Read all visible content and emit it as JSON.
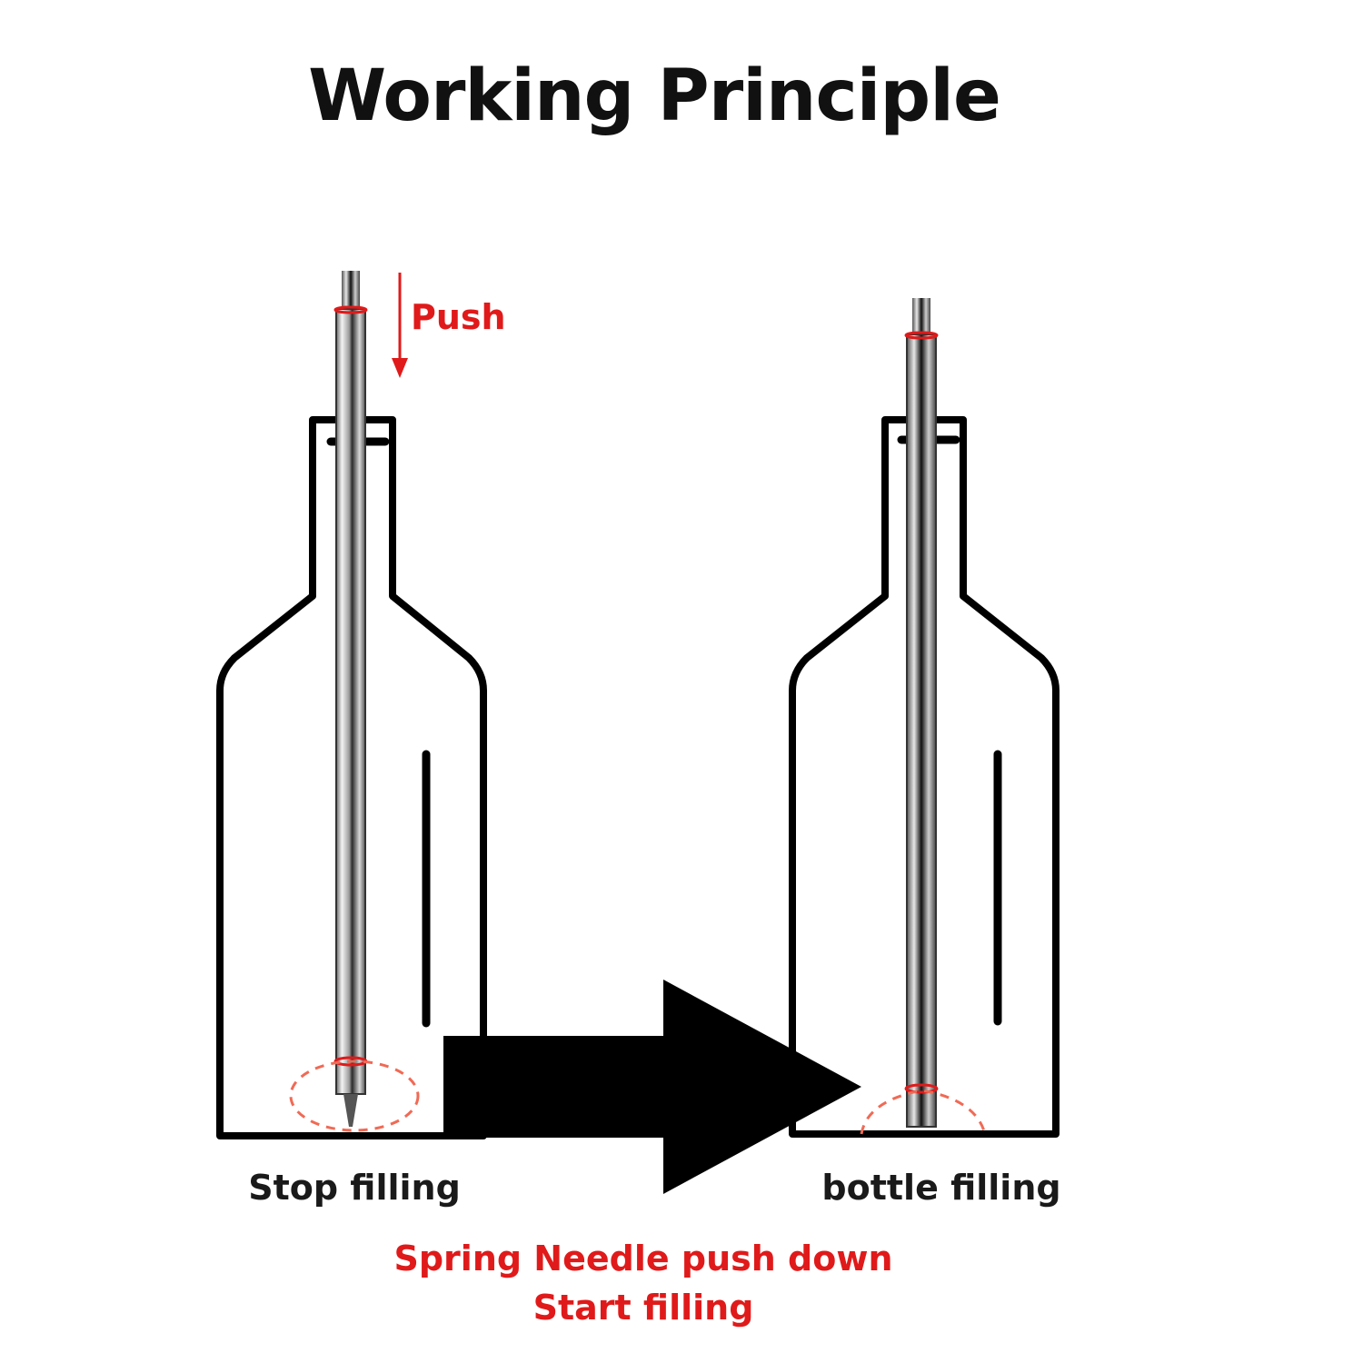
{
  "title": "Working Principle",
  "push_label": "Push",
  "left_caption": "Stop filling",
  "right_caption": "bottle filling",
  "bottom_line1": "Spring Needle push down",
  "bottom_line2": "Start filling",
  "colors": {
    "accent_red": "#e01a1a",
    "outline_black": "#000000",
    "dashed_highlight": "#f06a55"
  },
  "icons": {
    "arrow": "big-right-arrow",
    "push_arrow": "down-arrow"
  }
}
